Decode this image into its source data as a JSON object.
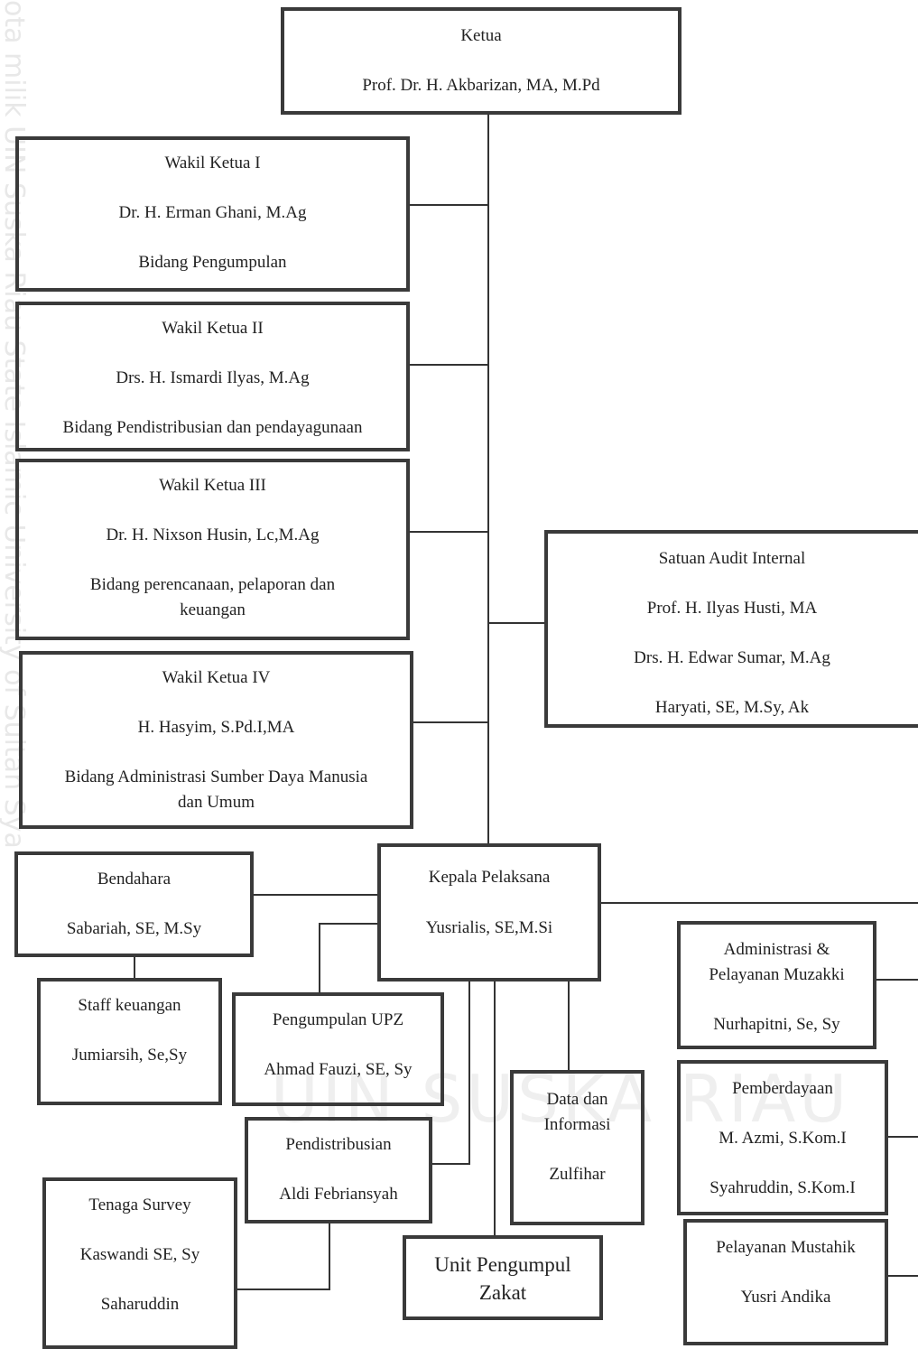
{
  "watermark": {
    "side_text": "ota milik UIN Suska Riau      State Islamic University of Sultan Sya",
    "center_text": "UIN SUSKA RIAU"
  },
  "ketua": {
    "title": "Ketua",
    "name": "Prof. Dr. H. Akbarizan, MA, M.Pd"
  },
  "wakil1": {
    "title": "Wakil Ketua I",
    "name": "Dr. H. Erman Ghani, M.Ag",
    "field": "Bidang Pengumpulan"
  },
  "wakil2": {
    "title": "Wakil Ketua II",
    "name": "Drs. H. Ismardi Ilyas, M.Ag",
    "field": "Bidang Pendistribusian dan pendayagunaan"
  },
  "wakil3": {
    "title": "Wakil Ketua III",
    "name": "Dr. H. Nixson Husin, Lc,M.Ag",
    "field_1": "Bidang perencanaan, pelaporan dan",
    "field_2": "keuangan"
  },
  "wakil4": {
    "title": "Wakil Ketua IV",
    "name": "H. Hasyim, S.Pd.I,MA",
    "field_1": "Bidang Administrasi Sumber Daya Manusia",
    "field_2": "dan Umum"
  },
  "audit": {
    "title": "Satuan Audit Internal",
    "members": [
      "Prof. H. Ilyas Husti, MA",
      "Drs. H. Edwar Sumar, M.Ag",
      "Haryati, SE, M.Sy, Ak"
    ]
  },
  "kepala": {
    "title": "Kepala Pelaksana",
    "name": "Yusrialis, SE,M.Si"
  },
  "bendahara": {
    "title": "Bendahara",
    "name": "Sabariah, SE, M.Sy"
  },
  "staff_keuangan": {
    "title": "Staff keuangan",
    "name": "Jumiarsih, Se,Sy"
  },
  "pengumpulan_upz": {
    "title": "Pengumpulan UPZ",
    "name": "Ahmad Fauzi, SE, Sy"
  },
  "pendistribusian": {
    "title": "Pendistribusian",
    "name": "Aldi Febriansyah"
  },
  "tenaga_survey": {
    "title": "Tenaga Survey",
    "members": [
      "Kaswandi SE, Sy",
      "Saharuddin"
    ]
  },
  "data_informasi": {
    "title_1": "Data dan",
    "title_2": "Informasi",
    "name": "Zulfihar"
  },
  "upz": {
    "title_1": "Unit Pengumpul",
    "title_2": "Zakat"
  },
  "administrasi": {
    "title_1": "Administrasi &",
    "title_2": "Pelayanan Muzakki",
    "name": "Nurhapitni, Se, Sy"
  },
  "pemberdayaan": {
    "title": "Pemberdayaan",
    "members": [
      "M. Azmi, S.Kom.I",
      "Syahruddin, S.Kom.I"
    ]
  },
  "mustahik": {
    "title": "Pelayanan Mustahik",
    "name": "Yusri Andika"
  }
}
